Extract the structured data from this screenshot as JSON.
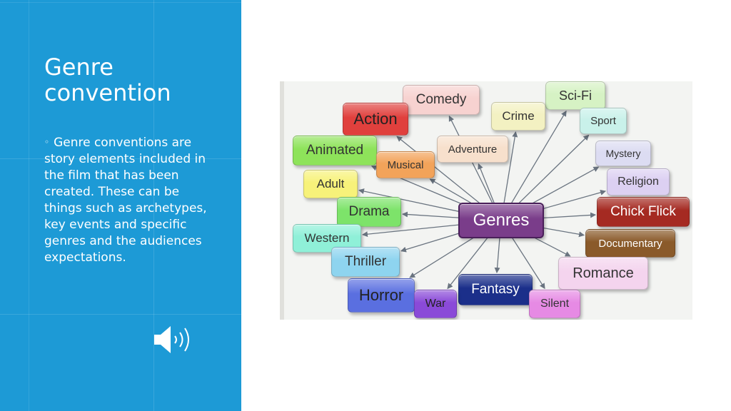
{
  "slide": {
    "title_line1": "Genre",
    "title_line2": "convention",
    "bullet_symbol": "◦",
    "body": "Genre conventions are story elements included in the film that has been created. These can be things such as archetypes, key events and specific genres and the audiences expectations.",
    "speaker_icon": "speaker-audio-icon"
  },
  "diagram": {
    "center": {
      "label": "Genres",
      "color": "#7a3d8a",
      "text_color": "#ffffff"
    },
    "genres": [
      {
        "label": "Comedy",
        "color": "#f7d2d0",
        "text_color": "#333333"
      },
      {
        "label": "Sci-Fi",
        "color": "#d6f2c4",
        "text_color": "#333333"
      },
      {
        "label": "Action",
        "color": "#e0403d",
        "text_color": "#222222"
      },
      {
        "label": "Crime",
        "color": "#f3f1c2",
        "text_color": "#333333"
      },
      {
        "label": "Sport",
        "color": "#c9f1ea",
        "text_color": "#333333"
      },
      {
        "label": "Animated",
        "color": "#8ee35a",
        "text_color": "#333333"
      },
      {
        "label": "Adventure",
        "color": "#f7e0cc",
        "text_color": "#333333"
      },
      {
        "label": "Musical",
        "color": "#f2a35a",
        "text_color": "#333333"
      },
      {
        "label": "Mystery",
        "color": "#dcdcf2",
        "text_color": "#333333"
      },
      {
        "label": "Adult",
        "color": "#f7f27a",
        "text_color": "#333333"
      },
      {
        "label": "Religion",
        "color": "#dcd0f2",
        "text_color": "#333333"
      },
      {
        "label": "Drama",
        "color": "#7de36a",
        "text_color": "#333333"
      },
      {
        "label": "Chick Flick",
        "color": "#a52a22",
        "text_color": "#ffffff"
      },
      {
        "label": "Western",
        "color": "#8ff0d8",
        "text_color": "#333333"
      },
      {
        "label": "Documentary",
        "color": "#8a5a2a",
        "text_color": "#ffffff"
      },
      {
        "label": "Thriller",
        "color": "#8ed4ef",
        "text_color": "#333333"
      },
      {
        "label": "Romance",
        "color": "#f4d4ee",
        "text_color": "#333333"
      },
      {
        "label": "Horror",
        "color": "#5a6fe0",
        "text_color": "#222222"
      },
      {
        "label": "Fantasy",
        "color": "#1b2f8a",
        "text_color": "#ffffff"
      },
      {
        "label": "War",
        "color": "#8a4ad8",
        "text_color": "#222222"
      },
      {
        "label": "Silent",
        "color": "#e68ae4",
        "text_color": "#333333"
      }
    ]
  }
}
